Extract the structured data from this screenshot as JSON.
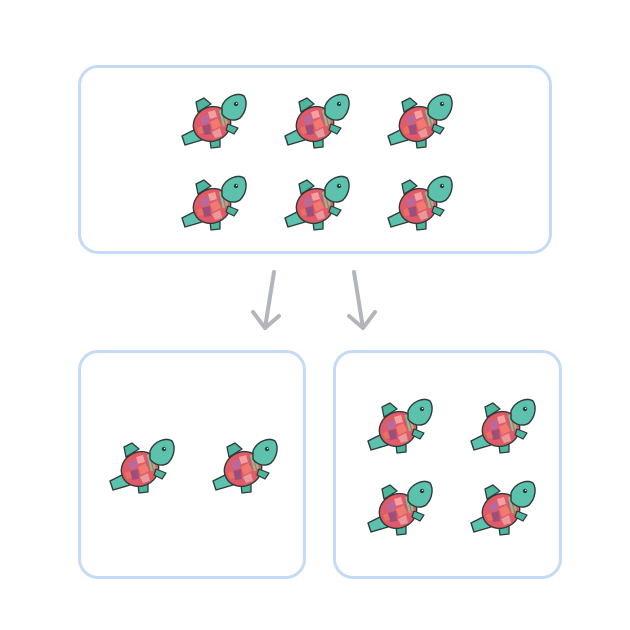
{
  "diagram": {
    "groups": [
      {
        "id": "whole",
        "fish_count": 6
      },
      {
        "id": "part-a",
        "fish_count": 2
      },
      {
        "id": "part-b",
        "fish_count": 4
      }
    ],
    "arrows": [
      {
        "from": "whole",
        "to": "part-a"
      },
      {
        "from": "whole",
        "to": "part-b"
      }
    ]
  },
  "icon": "fish-icon",
  "colors": {
    "box_border": "#c4dbf7",
    "arrow": "#b3b5bd",
    "fish_head": "#5cc2ad",
    "fish_body": "#e05a67",
    "fish_outline": "#2f3b3a"
  }
}
